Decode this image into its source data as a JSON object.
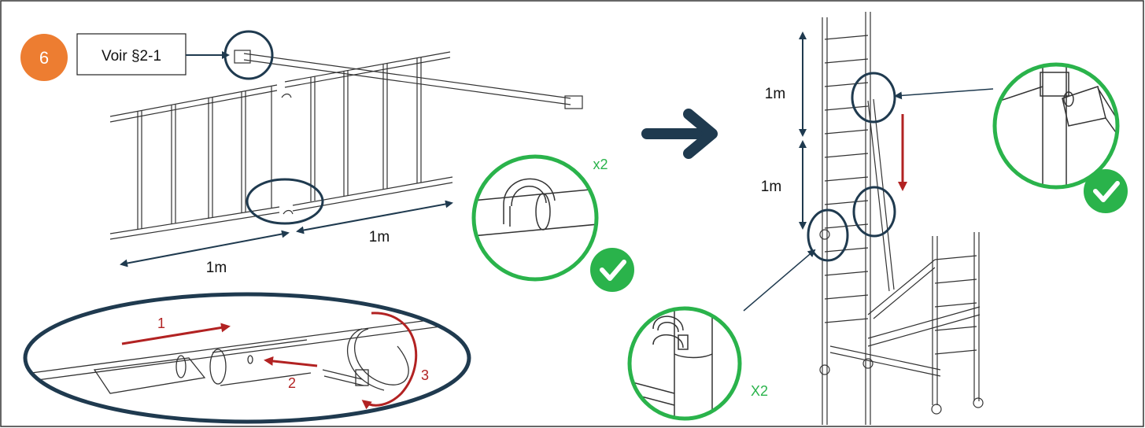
{
  "step": {
    "number": "6"
  },
  "reference_box": {
    "label": "Voir §2-1"
  },
  "dimensions": {
    "left_length": "1m",
    "right_length": "1m",
    "lower_height": "1m",
    "upper_height": "1m"
  },
  "quantities": {
    "clip_count": "x2",
    "joint_count": "X2"
  },
  "steps": {
    "s1": "1",
    "s2": "2",
    "s3": "3"
  },
  "colors": {
    "orange_badge": "#ED7D31",
    "navy": "#1F3A4F",
    "green": "#2AB34B",
    "red": "#B22222"
  },
  "icons": {
    "check": "check-icon",
    "arrow": "arrow-right-icon"
  }
}
